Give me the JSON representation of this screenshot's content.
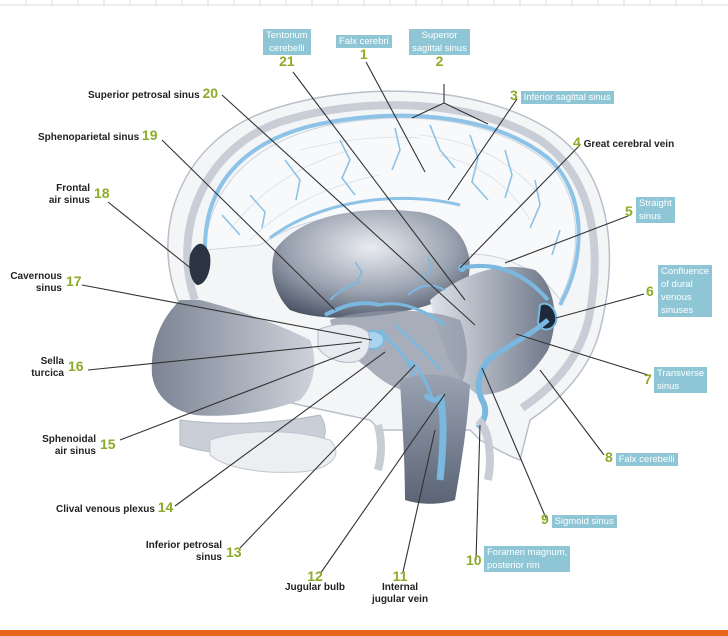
{
  "labels": {
    "l1": {
      "num": "1",
      "text": "Falx cerebri"
    },
    "l2": {
      "num": "2",
      "text": [
        "Superior",
        "sagittal sinus"
      ]
    },
    "l3": {
      "num": "3",
      "text": "Inferior sagittal sinus"
    },
    "l4": {
      "num": "4",
      "text": "Great cerebral vein"
    },
    "l5": {
      "num": "5",
      "text": [
        "Straight",
        "sinus"
      ]
    },
    "l6": {
      "num": "6",
      "text": [
        "Confluence",
        "of dural",
        "venous",
        "sinuses"
      ]
    },
    "l7": {
      "num": "7",
      "text": [
        "Transverse",
        "sinus"
      ]
    },
    "l8": {
      "num": "8",
      "text": "Falx cerebelli"
    },
    "l9": {
      "num": "9",
      "text": "Sigmoid sinus"
    },
    "l10": {
      "num": "10",
      "text": [
        "Foramen magnum,",
        "posterior rim"
      ]
    },
    "l11": {
      "num": "11",
      "text": [
        "Internal",
        "jugular vein"
      ]
    },
    "l12": {
      "num": "12",
      "text": "Jugular bulb"
    },
    "l13": {
      "num": "13",
      "text": [
        "Inferior petrosal",
        "sinus"
      ]
    },
    "l14": {
      "num": "14",
      "text": "Clival venous plexus"
    },
    "l15": {
      "num": "15",
      "text": [
        "Sphenoidal",
        "air sinus"
      ]
    },
    "l16": {
      "num": "16",
      "text": [
        "Sella",
        "turcica"
      ]
    },
    "l17": {
      "num": "17",
      "text": [
        "Cavernous",
        "sinus"
      ]
    },
    "l18": {
      "num": "18",
      "text": [
        "Frontal",
        "air sinus"
      ]
    },
    "l19": {
      "num": "19",
      "text": "Sphenoparietal sinus"
    },
    "l20": {
      "num": "20",
      "text": "Superior petrosal sinus"
    },
    "l21": {
      "num": "21",
      "text": [
        "Tentorium",
        "cerebelli"
      ]
    }
  },
  "colors": {
    "vein_blue": "#7ab8e0",
    "number_green": "#8dab27",
    "highlight_box": "#8ec6d6",
    "bottom_bar": "#e8661a"
  }
}
